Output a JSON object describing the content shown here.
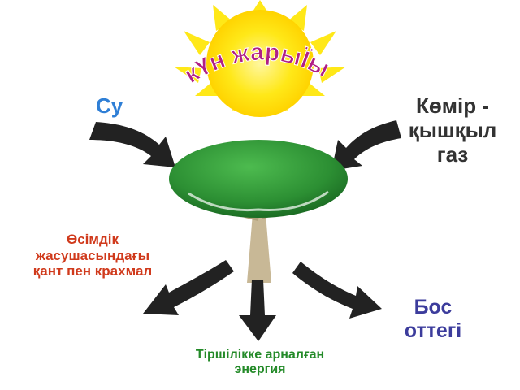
{
  "sun": {
    "title": "кҮн жарыЇы"
  },
  "inputs": {
    "water": "Су",
    "co2_lines": [
      "Көмір -",
      "қышқыл",
      "газ"
    ]
  },
  "outputs": {
    "starch_lines": [
      "Өсімдік",
      "жасушасындағы",
      "қант пен крахмал"
    ],
    "oxygen_lines": [
      "Бос",
      "оттегі"
    ],
    "energy_lines": [
      "Тіршілікке арналған",
      "энергия"
    ]
  },
  "colors": {
    "sun": "#ffe818",
    "sun_title": "#b01f86",
    "water": "#2f7fd6",
    "co2": "#333333",
    "starch": "#d03a1c",
    "oxygen": "#3c3c9c",
    "energy": "#238a28",
    "tree_crown": "#2c8f33",
    "arrow": "#222222"
  }
}
